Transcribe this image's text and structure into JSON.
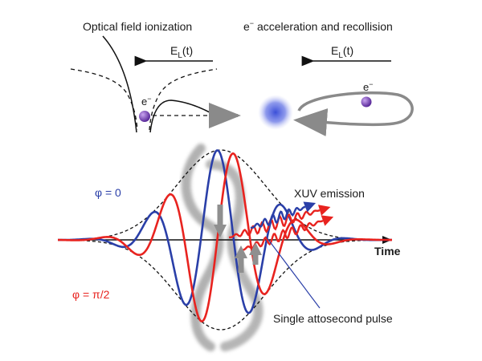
{
  "panels": {
    "left": {
      "title": "Optical field ionization",
      "field_label_main": "E",
      "field_label_sub": "L",
      "field_label_arg": "(t)",
      "electron_label": "e",
      "electron_sup": "−"
    },
    "right": {
      "title_sup": "−",
      "title_rest": " acceleration and recollision",
      "title_e": "e",
      "field_label_main": "E",
      "field_label_sub": "L",
      "field_label_arg": "(t)",
      "electron_label": "e",
      "electron_sup": "−"
    }
  },
  "waveform": {
    "phase_zero_label": "φ = 0",
    "phase_pi2_label": "φ = π/2",
    "xuv_label": "XUV emission",
    "attosecond_label": "Single attosecond pulse",
    "time_axis_label": "Time",
    "colors": {
      "phase_zero": "#2a3fa8",
      "phase_pi2": "#e8231f",
      "envelope": "#111111",
      "electron": "#7a3fb8"
    }
  }
}
